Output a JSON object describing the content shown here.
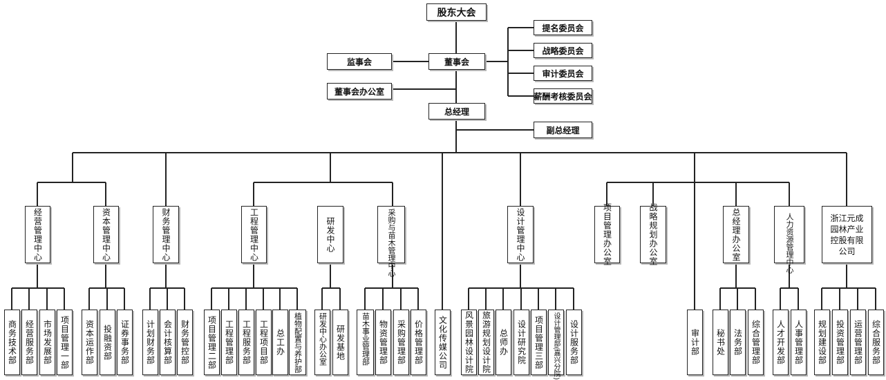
{
  "top": {
    "shareholders": "股东大会",
    "supervisory_board": "监事会",
    "board": "董事会",
    "board_office": "董事会办公室",
    "committees": [
      "提名委员会",
      "战略委员会",
      "审计委员会",
      "薪酬考核委员会"
    ],
    "general_manager": "总经理",
    "deputy_gm": "副总经理"
  },
  "centers": [
    "经营管理中心",
    "资本管理中心",
    "财务管理中心",
    "工程管理中心",
    "研发中心",
    "采购与苗木管理中心",
    "设计管理中心",
    "项目管理办公室",
    "战略规划办公室",
    "总经理办公室",
    "人力资源管理中心",
    "浙江元成\n园林产业\n控股有限\n公司"
  ],
  "direct_units": [
    "文化传媒公司",
    "审计部"
  ],
  "departments": [
    "商务技术部",
    "经营服务部",
    "市场发展部",
    "项目管理一部",
    "资本运作部",
    "投融资部",
    "证券事务部",
    "计划财务部",
    "会计核算部",
    "财务管控部",
    "项目管理二部",
    "工程管理部",
    "工程服务部",
    "工程项目部",
    "总工办",
    "植物配置与养护部",
    "研发中心办公室",
    "研发基地",
    "苗木事业管理部",
    "物资管理部",
    "采购管理部",
    "价格管理部",
    "风景园林设计院",
    "旅游规划设计院",
    "总师办",
    "设计研究院",
    "项目管理三部",
    "设计管理部(嘉兴分院)",
    "设计服务部",
    "秘书处",
    "法务部",
    "综合管理部",
    "人才开发部",
    "人事管理部",
    "规划建设部",
    "投资管理部",
    "运营管理部",
    "综合服务部"
  ]
}
